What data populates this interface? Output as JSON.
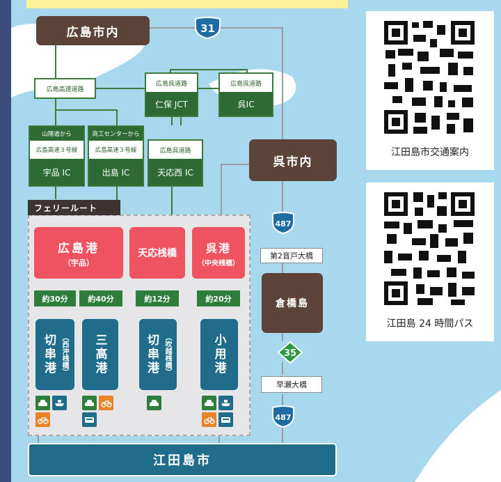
{
  "map": {
    "hiroshima_center": "広島市内",
    "kure_center": "呉市内",
    "kurahashi": "倉橋島",
    "edajima_city": "江田島市",
    "ferry_route_label": "フェリールート"
  },
  "routes": {
    "r31": "31",
    "r487_top": "487",
    "r35": "35",
    "r487_bottom": "487"
  },
  "roads": {
    "hiroshima_expressway": "広島高速道路",
    "hirokure_1": "広島呉道路",
    "niho_jct": "仁保 JCT",
    "hirokure_2": "広島呉道路",
    "kure_ic": "呉IC",
    "from_sanyo": "山陽道から",
    "hk3_a": "広島高速３号線",
    "ujina_ic": "宇品 IC",
    "from_shoko": "商工センターから",
    "hk3_b": "広島高速３号線",
    "deshima_ic": "出島 IC",
    "hirokure_3": "広島呉道路",
    "tennonishi_ic": "天応西 IC"
  },
  "ports": {
    "hiroshima_port": "広島港",
    "hiroshima_port_sub": "（宇品）",
    "tenno": "天応桟橋",
    "kure_port": "呉港",
    "kure_port_sub": "（中央桟橋）"
  },
  "times": {
    "t1": "約30分",
    "t2": "約40分",
    "t3": "約12分",
    "t4": "約20分"
  },
  "destinations": {
    "kirikushi_nishi": "切串港",
    "kirikushi_nishi_sub": "（西沖桟橋）",
    "mitaka": "三高港",
    "kirikushi_fuki": "切串港",
    "kirikushi_fuki_sub": "（吹越桟橋）",
    "koyo": "小用港"
  },
  "bridges": {
    "ondo2": "第2音戸大橋",
    "hayase": "早瀬大橋"
  },
  "qr": {
    "caption1": "江田島市交通案内",
    "caption2": "江田島 24 時間パス"
  },
  "icons": [
    "car-icon",
    "boat-icon",
    "bicycle-icon",
    "bus-icon"
  ],
  "colors": {
    "sky": "#a7d8ee",
    "brown": "#5b4339",
    "green": "#2e6b34",
    "red": "#ef5361",
    "blue": "#1f6c8b",
    "orange": "#e8832a"
  }
}
